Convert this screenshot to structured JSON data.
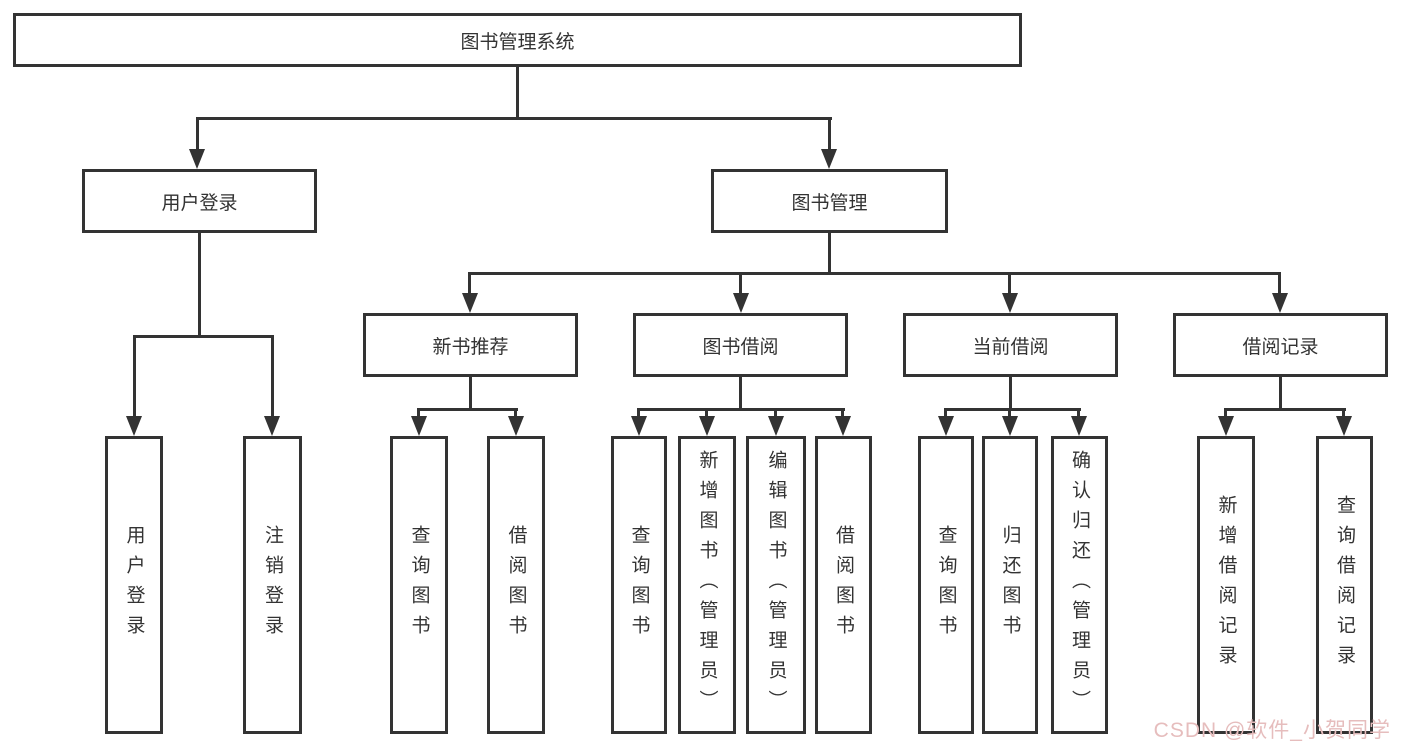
{
  "tree": {
    "root": "图书管理系统",
    "branches": [
      {
        "label": "用户登录",
        "children": [
          "用户登录",
          "注销登录"
        ]
      },
      {
        "label": "图书管理",
        "modules": [
          {
            "label": "新书推荐",
            "children": [
              "查询图书",
              "借阅图书"
            ]
          },
          {
            "label": "图书借阅",
            "children": [
              "查询图书",
              "新增图书（管理员）",
              "编辑图书（管理员）",
              "借阅图书"
            ]
          },
          {
            "label": "当前借阅",
            "children": [
              "查询图书",
              "归还图书",
              "确认归还（管理员）"
            ]
          },
          {
            "label": "借阅记录",
            "children": [
              "新增借阅记录",
              "查询借阅记录"
            ]
          }
        ]
      }
    ]
  },
  "watermark": {
    "text": "CSDN @软件_小贺同学",
    "color": "#e6bdbd"
  },
  "colors": {
    "line": "#333333",
    "text": "#333333",
    "background": "#ffffff"
  }
}
